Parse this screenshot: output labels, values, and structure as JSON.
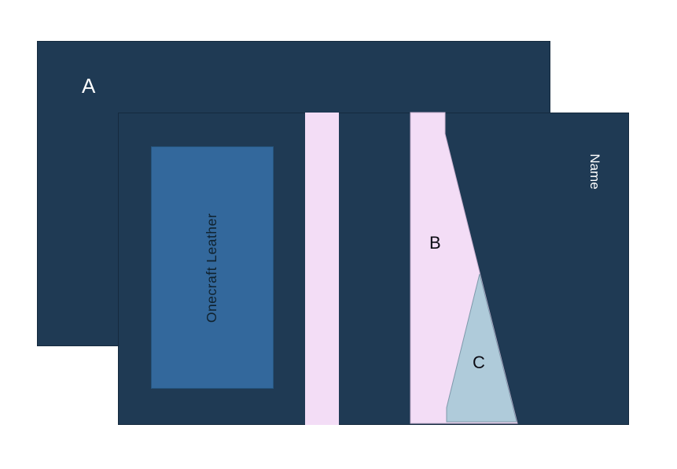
{
  "diagram": {
    "back_panel": {
      "label": "A",
      "color": "#1f3a54"
    },
    "front_panel": {
      "color": "#1f3a54"
    },
    "blue_box": {
      "label": "Onecraft Leather",
      "color": "#33689c"
    },
    "stripe": {
      "color": "#f3ddf6"
    },
    "shape_b": {
      "label": "B",
      "color": "#f3ddf6"
    },
    "shape_c": {
      "label": "C",
      "color": "#afcbda"
    },
    "name_label": {
      "text": "Name"
    }
  }
}
